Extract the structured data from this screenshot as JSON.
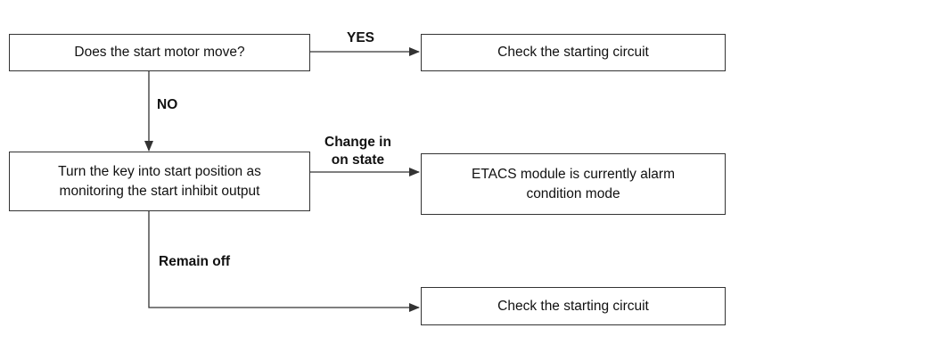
{
  "diagram": {
    "nodes": {
      "q1": "Does the start motor move?",
      "check1": "Check the starting circuit",
      "step2": "Turn the key into start position as monitoring the start inhibit output",
      "etacs": "ETACS module is currently alarm condition mode",
      "check2": "Check the starting circuit"
    },
    "edges": {
      "yes": "YES",
      "no": "NO",
      "change_line1": "Change in",
      "change_line2": "on state",
      "remain": "Remain off"
    },
    "colors": {
      "line": "#333333",
      "text": "#111111"
    }
  }
}
